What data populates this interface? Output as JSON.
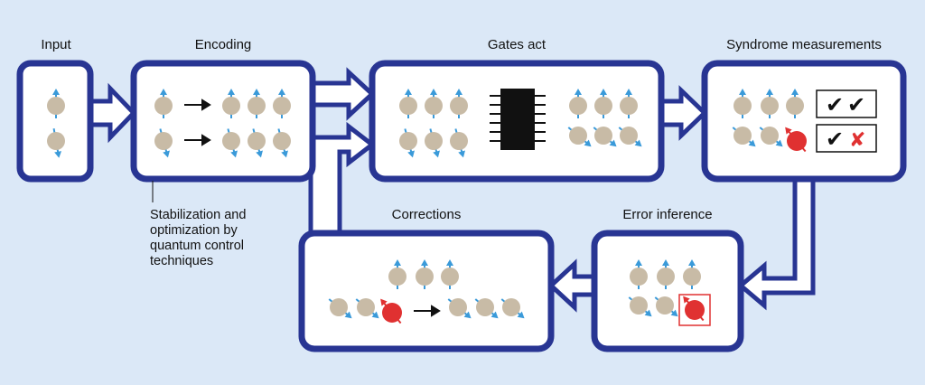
{
  "stages": {
    "input": "Input",
    "encoding": "Encoding",
    "gates": "Gates act",
    "syndrome": "Syndrome measurements",
    "error_inference": "Error inference",
    "corrections": "Corrections"
  },
  "annotation": {
    "line1": "Stabilization and",
    "line2": "optimization by",
    "line3": "quantum control",
    "line4": "techniques"
  },
  "colors": {
    "background": "#dbe8f7",
    "box_border": "#283593",
    "qubit": "#c8bba6",
    "qubit_error": "#e03131",
    "spin_arrow": "#3a9ad9",
    "cross_mark": "#e03131"
  },
  "icons": [
    "qubit-icon",
    "chip-icon",
    "check-icon",
    "cross-icon",
    "arrow-right-icon"
  ]
}
